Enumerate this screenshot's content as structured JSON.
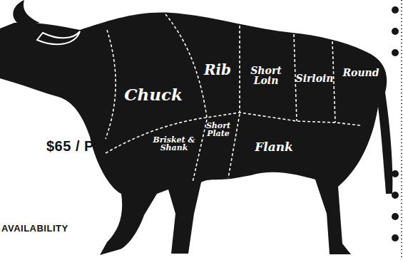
{
  "diagram": {
    "labels": [
      "Rib",
      "Short Loin",
      "Sirloin",
      "Round",
      "Chuck",
      "$65 / P",
      "Short Plate",
      "Brisket & Shank",
      "Flank",
      "AVAILABILITY"
    ]
  }
}
